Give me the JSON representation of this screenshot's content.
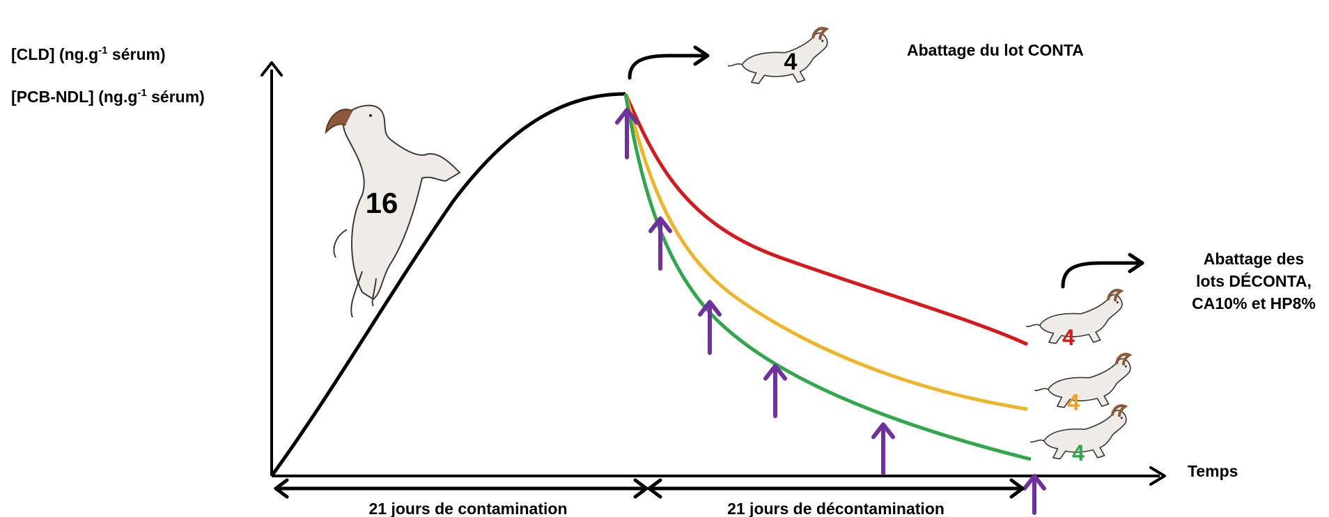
{
  "yaxis": {
    "line1_main": "[CLD] (ng.g",
    "line1_sup": "-1",
    "line1_tail": " sérum)",
    "line2_main": "[PCB-NDL] (ng.g",
    "line2_sup": "-1",
    "line2_tail": " sérum)"
  },
  "xaxis": {
    "label": "Temps"
  },
  "periods": {
    "contamination": "21 jours de contamination",
    "decontamination": "21 jours de décontamination"
  },
  "annotations": {
    "slaughter_conta": "Abattage du lot CONTA",
    "slaughter_others_line1": "Abattage des",
    "slaughter_others_line2": "lots DÉCONTA,",
    "slaughter_others_line3": "CA10% et HP8%"
  },
  "goat_counts": {
    "start": "16",
    "conta": "4",
    "deconta_red": "4",
    "ca_orange": "4",
    "hp_green": "4"
  },
  "colors": {
    "axis": "#000000",
    "curve_contamination": "#000000",
    "curve_red": "#d7191c",
    "curve_orange": "#f0b429",
    "curve_green": "#2ea84a",
    "sampling_arrow": "#7030a0",
    "goat_body": "#efebe7",
    "goat_horn": "#8a5a3a"
  },
  "icons": {
    "sampling": "purple-up-arrow-icon",
    "goat": "goat-icon",
    "slaughter": "curved-arrow-right-icon"
  }
}
